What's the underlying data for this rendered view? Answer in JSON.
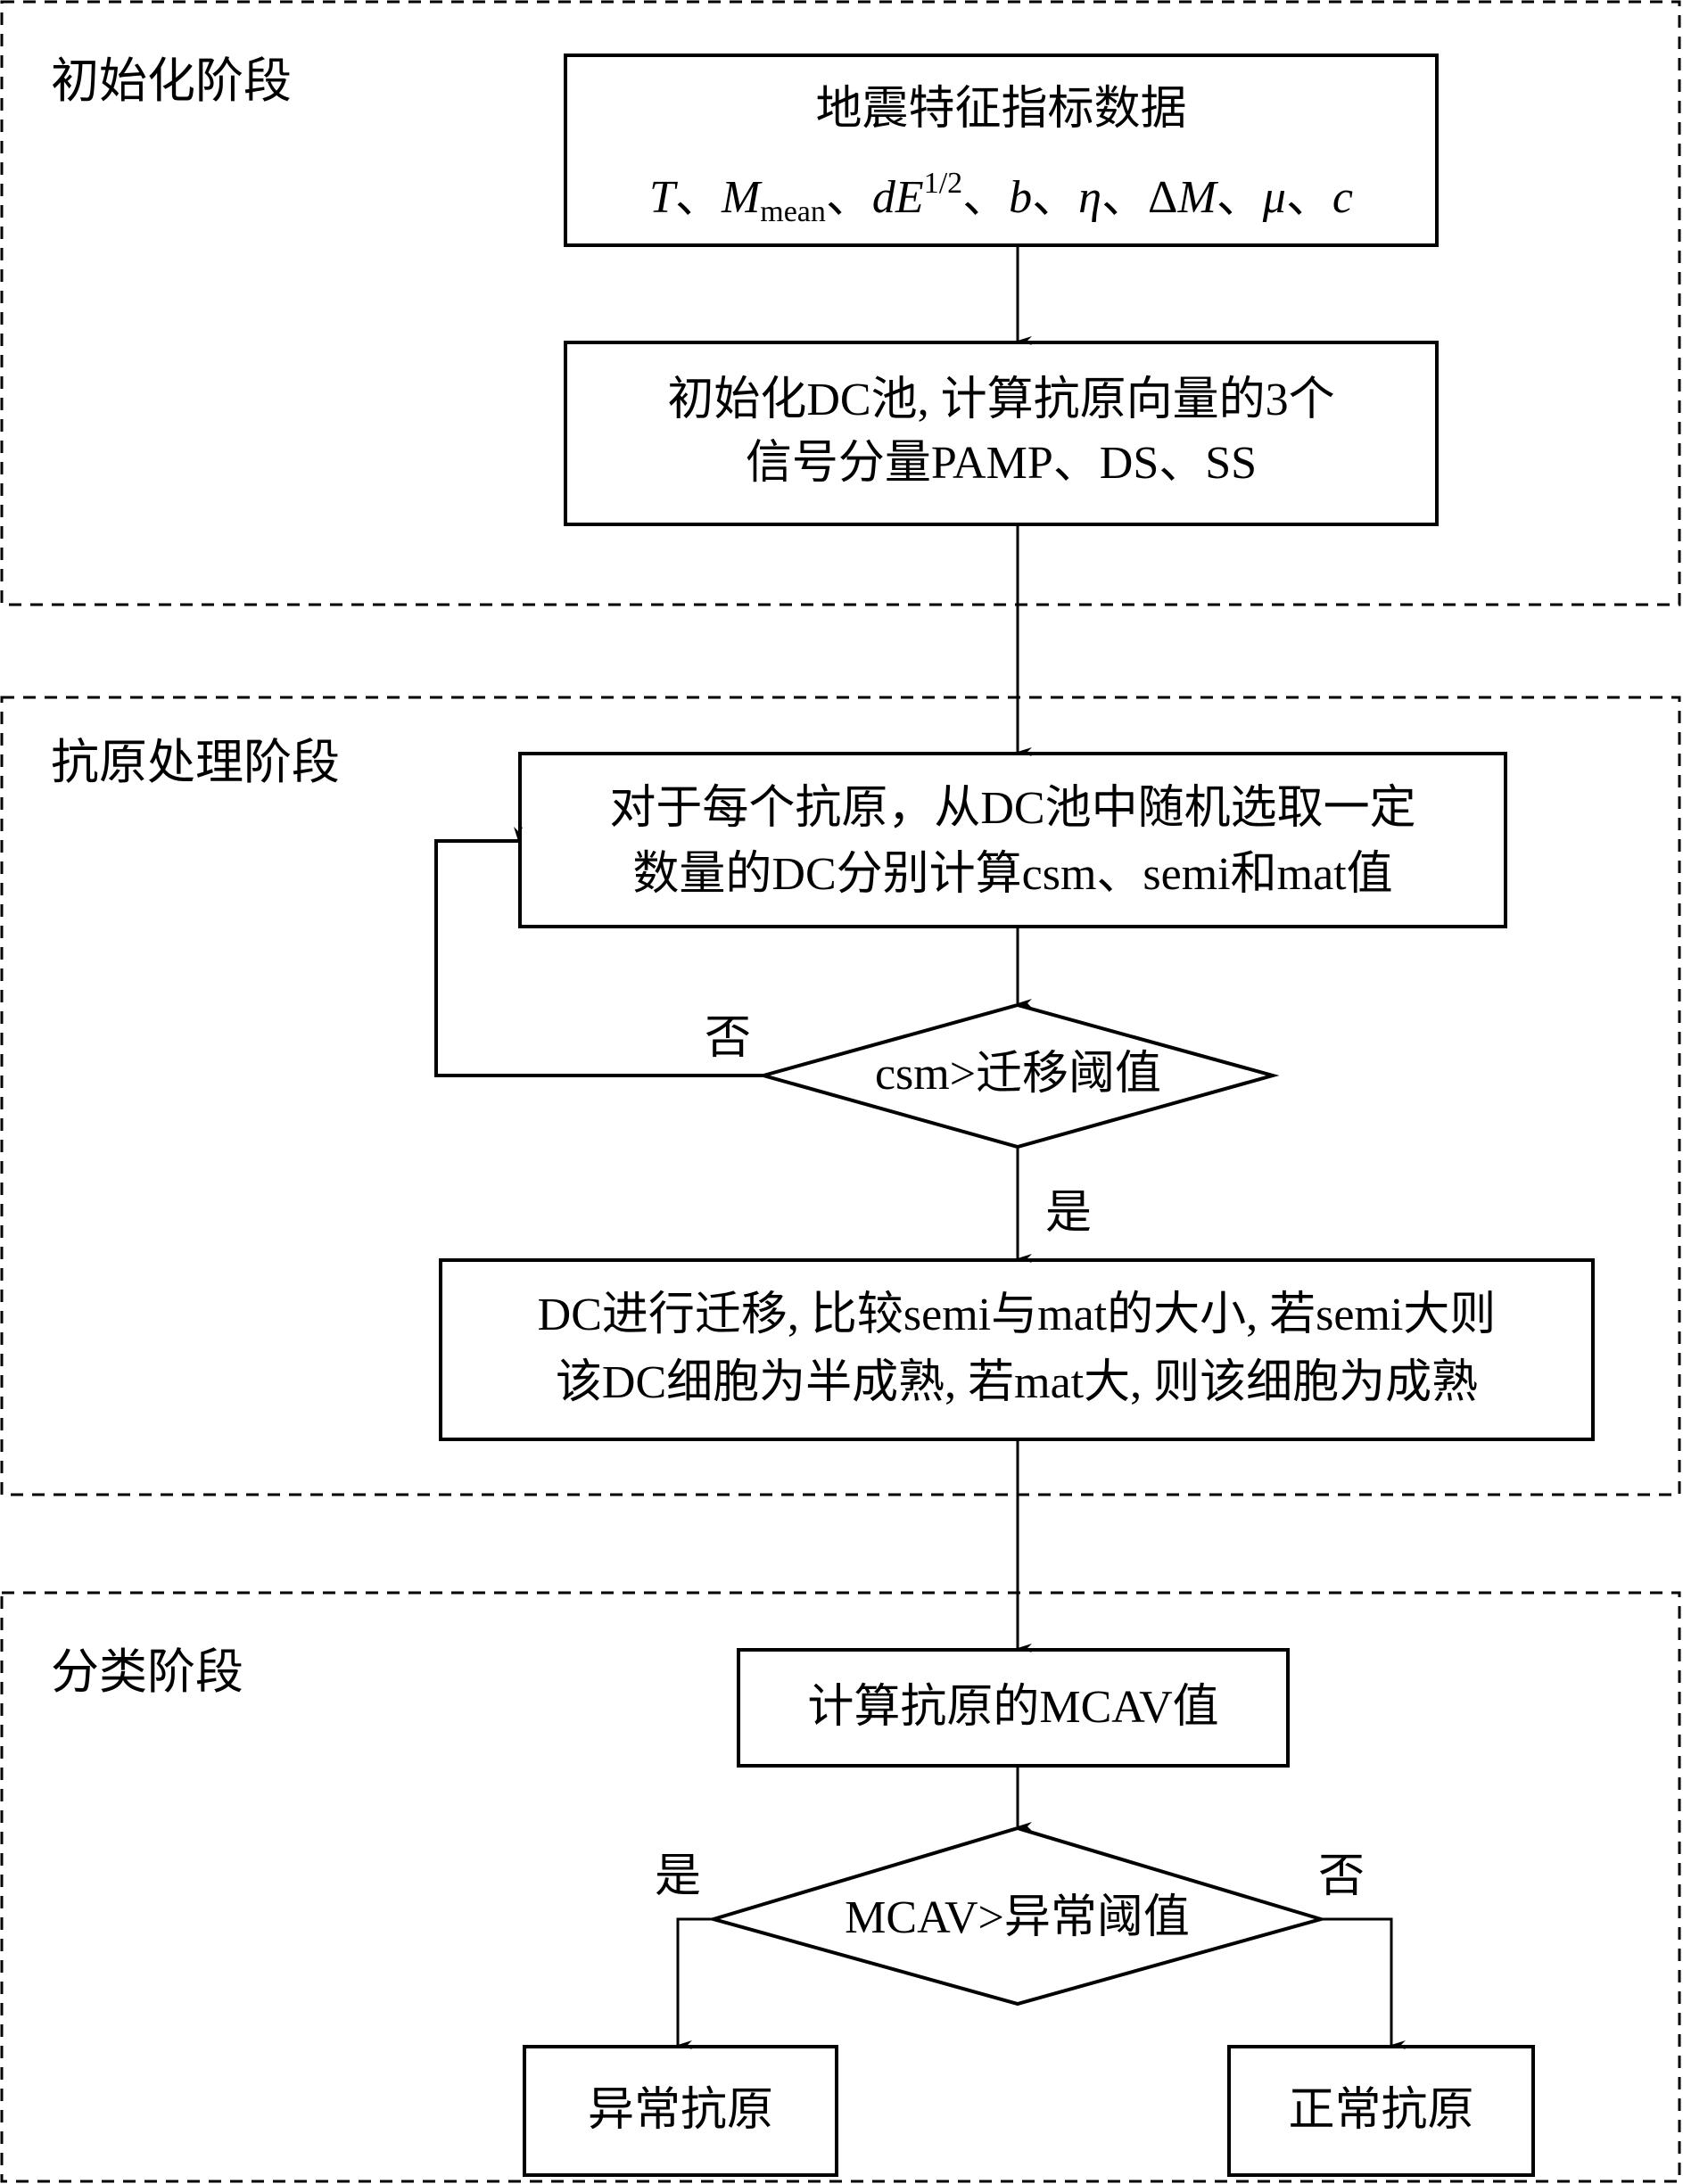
{
  "stages": [
    {
      "label": "初始化阶段"
    },
    {
      "label": "抗原处理阶段"
    },
    {
      "label": "分类阶段"
    }
  ],
  "nodes": {
    "data_box": {
      "title": "地震特征指标数据",
      "variables": [
        "T",
        "M_mean",
        "dE^(1/2)",
        "b",
        "η",
        "ΔM",
        "μ",
        "c"
      ],
      "var_T": "T",
      "var_M": "M",
      "var_M_sub": "mean",
      "var_dE": "dE",
      "var_dE_sup": "1/2",
      "var_b": "b",
      "var_eta": "η",
      "var_delta": "Δ",
      "var_dM": "M",
      "var_mu": "μ",
      "var_c": "c",
      "sep": "、"
    },
    "init_box": {
      "line1": "初始化DC池, 计算抗原向量的3个",
      "line2": "信号分量PAMP、DS、SS"
    },
    "sample_box": {
      "line1": "对于每个抗原，从DC池中随机选取一定",
      "line2": "数量的DC分别计算csm、semi和mat值"
    },
    "csm_decision": {
      "text": "csm>迁移阈值",
      "no_label": "否",
      "yes_label": "是"
    },
    "migrate_box": {
      "line1": "DC进行迁移, 比较semi与mat的大小, 若semi大则",
      "line2": "该DC细胞为半成熟, 若mat大, 则该细胞为成熟"
    },
    "mcav_box": {
      "text": "计算抗原的MCAV值"
    },
    "mcav_decision": {
      "text": "MCAV>异常阈值",
      "yes_label": "是",
      "no_label": "否"
    },
    "abnormal_box": {
      "text": "异常抗原"
    },
    "normal_box": {
      "text": "正常抗原"
    }
  },
  "colors": {
    "line": "#000000",
    "background": "#ffffff"
  }
}
